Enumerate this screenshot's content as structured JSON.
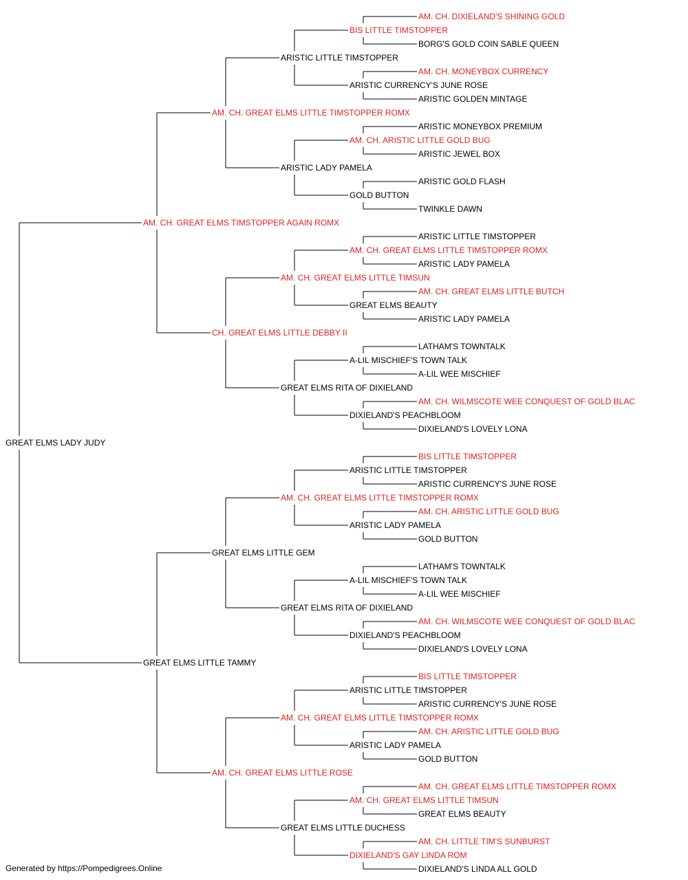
{
  "colors": {
    "champion": "#e31e1e",
    "normal": "#000000",
    "line": "#000000"
  },
  "footer": "Generated by https://Pompedigrees.Online",
  "pedigree": {
    "name": "GREAT ELMS LADY JUDY",
    "ch": false,
    "sire": {
      "name": "AM. CH. GREAT ELMS TIMSTOPPER AGAIN ROMX",
      "ch": true,
      "sire": {
        "name": "AM. CH. GREAT ELMS LITTLE TIMSTOPPER ROMX",
        "ch": true,
        "sire": {
          "name": "ARISTIC LITTLE TIMSTOPPER",
          "ch": false,
          "sire": {
            "name": "BIS LITTLE TIMSTOPPER",
            "ch": true,
            "sire": {
              "name": "AM. CH. DIXIELAND'S SHINING GOLD",
              "ch": true
            },
            "dam": {
              "name": "BORG'S GOLD COIN SABLE QUEEN",
              "ch": false
            }
          },
          "dam": {
            "name": "ARISTIC CURRENCY'S JUNE ROSE",
            "ch": false,
            "sire": {
              "name": "AM. CH. MONEYBOX CURRENCY",
              "ch": true
            },
            "dam": {
              "name": "ARISTIC GOLDEN MINTAGE",
              "ch": false
            }
          }
        },
        "dam": {
          "name": "ARISTIC LADY PAMELA",
          "ch": false,
          "sire": {
            "name": "AM. CH. ARISTIC LITTLE GOLD BUG",
            "ch": true,
            "sire": {
              "name": "ARISTIC MONEYBOX PREMIUM",
              "ch": false
            },
            "dam": {
              "name": "ARISTIC JEWEL BOX",
              "ch": false
            }
          },
          "dam": {
            "name": "GOLD BUTTON",
            "ch": false,
            "sire": {
              "name": "ARISTIC GOLD FLASH",
              "ch": false
            },
            "dam": {
              "name": "TWINKLE DAWN",
              "ch": false
            }
          }
        }
      },
      "dam": {
        "name": "CH. GREAT ELMS LITTLE DEBBY II",
        "ch": true,
        "sire": {
          "name": "AM. CH. GREAT ELMS LITTLE TIMSUN",
          "ch": true,
          "sire": {
            "name": "AM. CH. GREAT ELMS LITTLE TIMSTOPPER ROMX",
            "ch": true,
            "sire": {
              "name": "ARISTIC LITTLE TIMSTOPPER",
              "ch": false
            },
            "dam": {
              "name": "ARISTIC LADY PAMELA",
              "ch": false
            }
          },
          "dam": {
            "name": "GREAT ELMS BEAUTY",
            "ch": false,
            "sire": {
              "name": "AM. CH. GREAT ELMS LITTLE BUTCH",
              "ch": true
            },
            "dam": {
              "name": "ARISTIC LADY PAMELA",
              "ch": false
            }
          }
        },
        "dam": {
          "name": "GREAT ELMS RITA OF DIXIELAND",
          "ch": false,
          "sire": {
            "name": "A-LIL MISCHIEF'S TOWN TALK",
            "ch": false,
            "sire": {
              "name": "LATHAM'S TOWNTALK",
              "ch": false
            },
            "dam": {
              "name": "A-LIL WEE MISCHIEF",
              "ch": false
            }
          },
          "dam": {
            "name": "DIXIELAND'S PEACHBLOOM",
            "ch": false,
            "sire": {
              "name": "AM. CH. WILMSCOTE WEE CONQUEST OF GOLD BLAC",
              "ch": true
            },
            "dam": {
              "name": "DIXIELAND'S LOVELY LONA",
              "ch": false
            }
          }
        }
      }
    },
    "dam": {
      "name": "GREAT ELMS LITTLE TAMMY",
      "ch": false,
      "sire": {
        "name": "GREAT ELMS LITTLE GEM",
        "ch": false,
        "sire": {
          "name": "AM. CH. GREAT ELMS LITTLE TIMSTOPPER ROMX",
          "ch": true,
          "sire": {
            "name": "ARISTIC LITTLE TIMSTOPPER",
            "ch": false,
            "sire": {
              "name": "BIS LITTLE TIMSTOPPER",
              "ch": true
            },
            "dam": {
              "name": "ARISTIC CURRENCY'S JUNE ROSE",
              "ch": false
            }
          },
          "dam": {
            "name": "ARISTIC LADY PAMELA",
            "ch": false,
            "sire": {
              "name": "AM. CH. ARISTIC LITTLE GOLD BUG",
              "ch": true
            },
            "dam": {
              "name": "GOLD BUTTON",
              "ch": false
            }
          }
        },
        "dam": {
          "name": "GREAT ELMS RITA OF DIXIELAND",
          "ch": false,
          "sire": {
            "name": "A-LIL MISCHIEF'S TOWN TALK",
            "ch": false,
            "sire": {
              "name": "LATHAM'S TOWNTALK",
              "ch": false
            },
            "dam": {
              "name": "A-LIL WEE MISCHIEF",
              "ch": false
            }
          },
          "dam": {
            "name": "DIXIELAND'S PEACHBLOOM",
            "ch": false,
            "sire": {
              "name": "AM. CH. WILMSCOTE WEE CONQUEST OF GOLD BLAC",
              "ch": true
            },
            "dam": {
              "name": "DIXIELAND'S LOVELY LONA",
              "ch": false
            }
          }
        }
      },
      "dam": {
        "name": "AM. CH. GREAT ELMS LITTLE ROSE",
        "ch": true,
        "sire": {
          "name": "AM. CH. GREAT ELMS LITTLE TIMSTOPPER ROMX",
          "ch": true,
          "sire": {
            "name": "ARISTIC LITTLE TIMSTOPPER",
            "ch": false,
            "sire": {
              "name": "BIS LITTLE TIMSTOPPER",
              "ch": true
            },
            "dam": {
              "name": "ARISTIC CURRENCY'S JUNE ROSE",
              "ch": false
            }
          },
          "dam": {
            "name": "ARISTIC LADY PAMELA",
            "ch": false,
            "sire": {
              "name": "AM. CH. ARISTIC LITTLE GOLD BUG",
              "ch": true
            },
            "dam": {
              "name": "GOLD BUTTON",
              "ch": false
            }
          }
        },
        "dam": {
          "name": "GREAT ELMS LITTLE DUCHESS",
          "ch": false,
          "sire": {
            "name": "AM. CH. GREAT ELMS LITTLE TIMSUN",
            "ch": true,
            "sire": {
              "name": "AM. CH. GREAT ELMS LITTLE TIMSTOPPER ROMX",
              "ch": true
            },
            "dam": {
              "name": "GREAT ELMS BEAUTY",
              "ch": false
            }
          },
          "dam": {
            "name": "DIXIELAND'S GAY LINDA ROM",
            "ch": true,
            "sire": {
              "name": "AM. CH. LITTLE TIM'S SUNBURST",
              "ch": true
            },
            "dam": {
              "name": "DIXIELAND'S LINDA ALL GOLD",
              "ch": false
            }
          }
        }
      }
    }
  }
}
